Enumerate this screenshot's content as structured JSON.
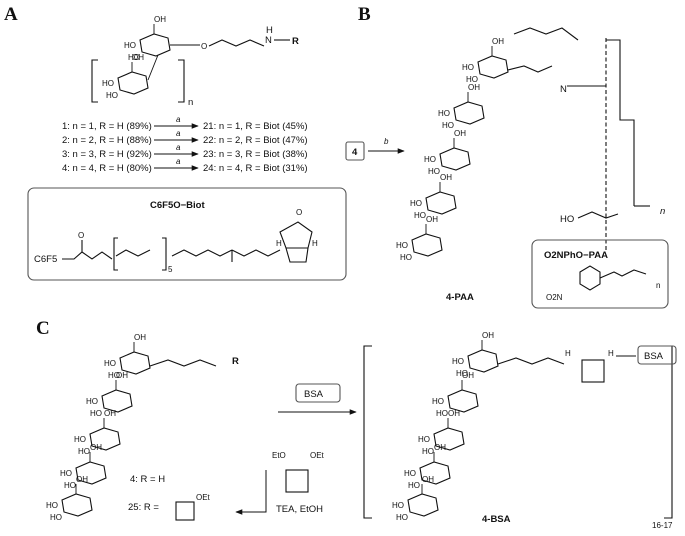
{
  "panels": {
    "A": "A",
    "B": "B",
    "C": "C"
  },
  "panelA": {
    "top_amine": "N",
    "top_amine_h": "H",
    "top_r": "R",
    "repeat_n": "n",
    "reactions": [
      {
        "left": "1: n = 1, R = H (89%)",
        "reagent": "a",
        "right": "21: n = 1, R = Biot (45%)"
      },
      {
        "left": "2: n = 2, R = H (88%)",
        "reagent": "a",
        "right": "22: n = 2, R = Biot (47%)"
      },
      {
        "left": "3: n = 3, R = H (92%)",
        "reagent": "a",
        "right": "23: n = 3, R = Biot (38%)"
      },
      {
        "left": "4: n = 4, R = H (80%)",
        "reagent": "a",
        "right": "24: n = 4, R = Biot (31%)"
      }
    ],
    "reagent_title": "C6F5O−Biot",
    "reagent_left": "C6F5",
    "reagent_rep": "5",
    "reagent_nh_h": "H",
    "reagent_o": "O"
  },
  "panelB": {
    "start": "4",
    "reagent": "b",
    "product": "4-PAA",
    "repeat_n": "n",
    "amide_n": "N",
    "polymer_title": "O2NPhO−PAA",
    "polymer_group": "O2N",
    "polymer_n": "n",
    "oh": "HO"
  },
  "panelC": {
    "bsa_arrow": "BSA",
    "r_h": "4: R = H",
    "r_squarate": "25: R =",
    "oet_left": "EtO",
    "oet_right": "OEt",
    "conditions": "TEA, EtOH",
    "product": "4-BSA",
    "bsa_box": "BSA",
    "subscript": "16-17",
    "nh": "H",
    "oet": "OEt"
  }
}
